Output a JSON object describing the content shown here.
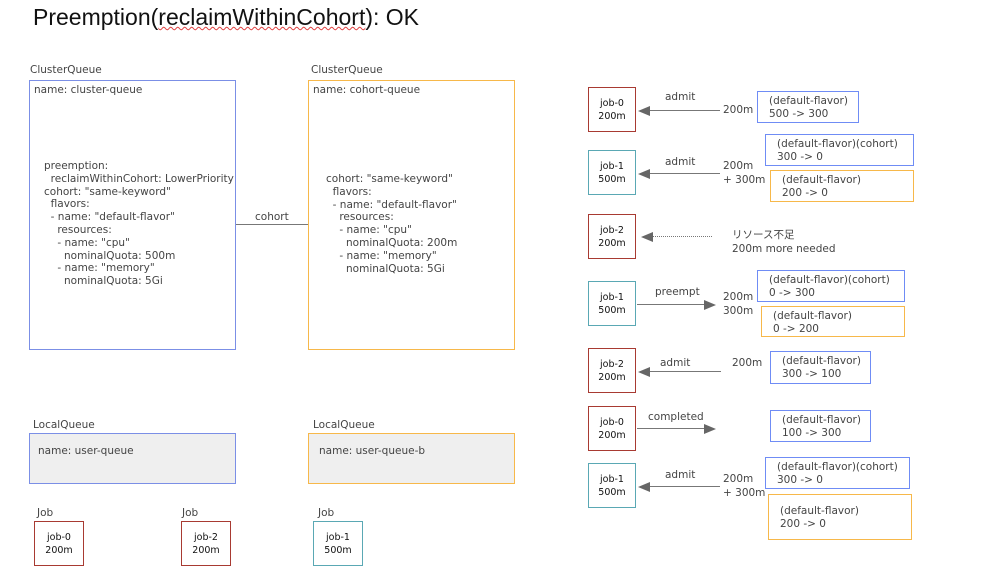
{
  "title": {
    "prefix": "Preemption(",
    "mid": "reclaimWithinCohort",
    "suffix": "): OK"
  },
  "left": {
    "cq_label": "ClusterQueue",
    "cq_name": "name: cluster-queue",
    "cq_yaml": "preemption:\n  reclaimWithinCohort: LowerPriority\ncohort: \"same-keyword\"\n  flavors:\n  - name: \"default-flavor\"\n    resources:\n    - name: \"cpu\"\n      nominalQuota: 500m\n    - name: \"memory\"\n      nominalQuota: 5Gi",
    "lq_label": "LocalQueue",
    "lq_name": "name: user-queue"
  },
  "right": {
    "cq_label": "ClusterQueue",
    "cq_name": "name: cohort-queue",
    "cq_yaml": "cohort: \"same-keyword\"\n  flavors:\n  - name: \"default-flavor\"\n    resources:\n    - name: \"cpu\"\n      nominalQuota: 200m\n    - name: \"memory\"\n      nominalQuota: 5Gi",
    "lq_label": "LocalQueue",
    "lq_name": "name: user-queue-b"
  },
  "cohort_link": "cohort",
  "jobs": [
    {
      "label": "Job",
      "text": "job-0\n200m"
    },
    {
      "label": "Job",
      "text": "job-2\n200m"
    },
    {
      "label": "Job",
      "text": "job-1\n500m"
    }
  ],
  "steps": [
    {
      "job": "job-0\n200m",
      "action": "admit",
      "amount": "200m",
      "flavors": [
        "(default-flavor)\n500 -> 300"
      ]
    },
    {
      "job": "job-1\n500m",
      "action": "admit",
      "amount": "200m\n+ 300m",
      "flavors": [
        "(default-flavor)(cohort)\n300 -> 0",
        "(default-flavor)\n200 -> 0"
      ]
    },
    {
      "job": "job-2\n200m",
      "action": "",
      "amount": "リソース不足\n200m more needed",
      "flavors": []
    },
    {
      "job": "job-1\n500m",
      "action": "preempt",
      "amount": "200m\n300m",
      "flavors": [
        "(default-flavor)(cohort)\n0 -> 300",
        "(default-flavor)\n0 -> 200"
      ]
    },
    {
      "job": "job-2\n200m",
      "action": "admit",
      "amount": "200m",
      "flavors": [
        "(default-flavor)\n300 -> 100"
      ]
    },
    {
      "job": "job-0\n200m",
      "action": "completed",
      "amount": "",
      "flavors": [
        "(default-flavor)\n100 -> 300"
      ]
    },
    {
      "job": "job-1\n500m",
      "action": "admit",
      "amount": "200m\n+ 300m",
      "flavors": [
        "(default-flavor)(cohort)\n300 -> 0",
        "(default-flavor)\n200 -> 0"
      ]
    }
  ]
}
